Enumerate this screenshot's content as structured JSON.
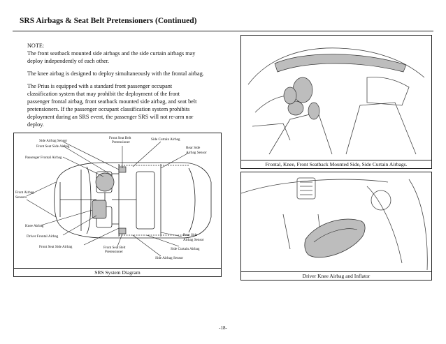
{
  "title": "SRS Airbags & Seat Belt Pretensioners (Continued)",
  "note": {
    "heading": "NOTE:",
    "p1_line1": "The front seatback mounted side airbags and the side curtain airbags may",
    "p1_line2": "deploy independently of each other.",
    "p2": "The knee airbag is designed to deploy simultaneously with the frontal airbag.",
    "p3_lines": [
      "The Prius is equipped with a standard front passenger occupant",
      "classification system that may prohibit the deployment of the front",
      "passenger frontal airbag, front seatback mounted side airbag, and seat belt",
      "pretensioners.  If the passenger occupant classification system prohibits",
      "deployment during an SRS event, the passenger SRS will not re-arm nor",
      "deploy."
    ]
  },
  "diagram": {
    "caption": "SRS System Diagram",
    "labels": {
      "side_airbag_sensor": "Side Airbag Sensor",
      "front_seat_side_airbag_top": "Front Seat Side Airbag",
      "front_seat_belt_pretensioner_top_1": "Front Seat Belt",
      "front_seat_belt_pretensioner_top_2": "Pretensioner",
      "side_curtain_airbag_top": "Side Curtain Airbag",
      "rear_side_airbag_sensor_top_1": "Rear Side",
      "rear_side_airbag_sensor_top_2": "Airbag Sensor",
      "passenger_frontal_airbag": "Passenger Frontal Airbag",
      "front_airbag_sensors_1": "Front Airbag",
      "front_airbag_sensors_2": "Sensors",
      "knee_airbag": "Knee Airbag",
      "driver_frontal_airbag": "Driver Frontal Airbag",
      "front_seat_side_airbag_bottom": "Front Seat Side Airbag",
      "front_seat_belt_pretensioner_bottom_1": "Front Seat Belt",
      "front_seat_belt_pretensioner_bottom_2": "Pretensioner",
      "rear_side_airbag_sensor_bottom_1": "Rear Side",
      "rear_side_airbag_sensor_bottom_2": "Airbag Sensor",
      "side_curtain_airbag_bottom": "Side Curtain Airbag",
      "side_airbag_sensor_bottom": "Side Airbag Sensor"
    }
  },
  "photo_top": {
    "caption": "Frontal, Knee, Front Seatback Mounted Side, Side Curtain Airbags."
  },
  "photo_bottom": {
    "caption": "Driver Knee Airbag and Inflator"
  },
  "page_number": "-18-",
  "colors": {
    "rule": "#222222",
    "photo_bg": "#ffffff",
    "airbag_gray": "#bdbdbd"
  }
}
